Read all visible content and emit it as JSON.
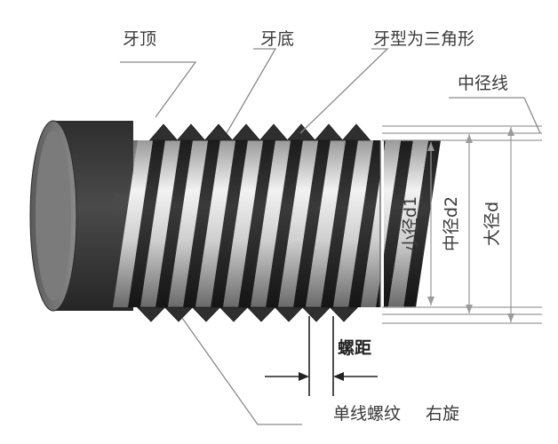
{
  "labels": {
    "thread_crest": "牙顶",
    "thread_root": "牙底",
    "thread_profile": "牙型为三角形",
    "pitch_diameter_line": "中径线",
    "minor_diameter": "小径d1",
    "pitch_diameter": "中径d2",
    "major_diameter": "大径d",
    "pitch": "螺距",
    "thread_type": "单线螺纹",
    "hand": "右旋"
  },
  "colors": {
    "head": "#3b3b3b",
    "thread_dark": "#2a2a2a",
    "thread_light": "#e6e6e6",
    "line": "#8a8a8a",
    "text": "#3a3a3a"
  }
}
